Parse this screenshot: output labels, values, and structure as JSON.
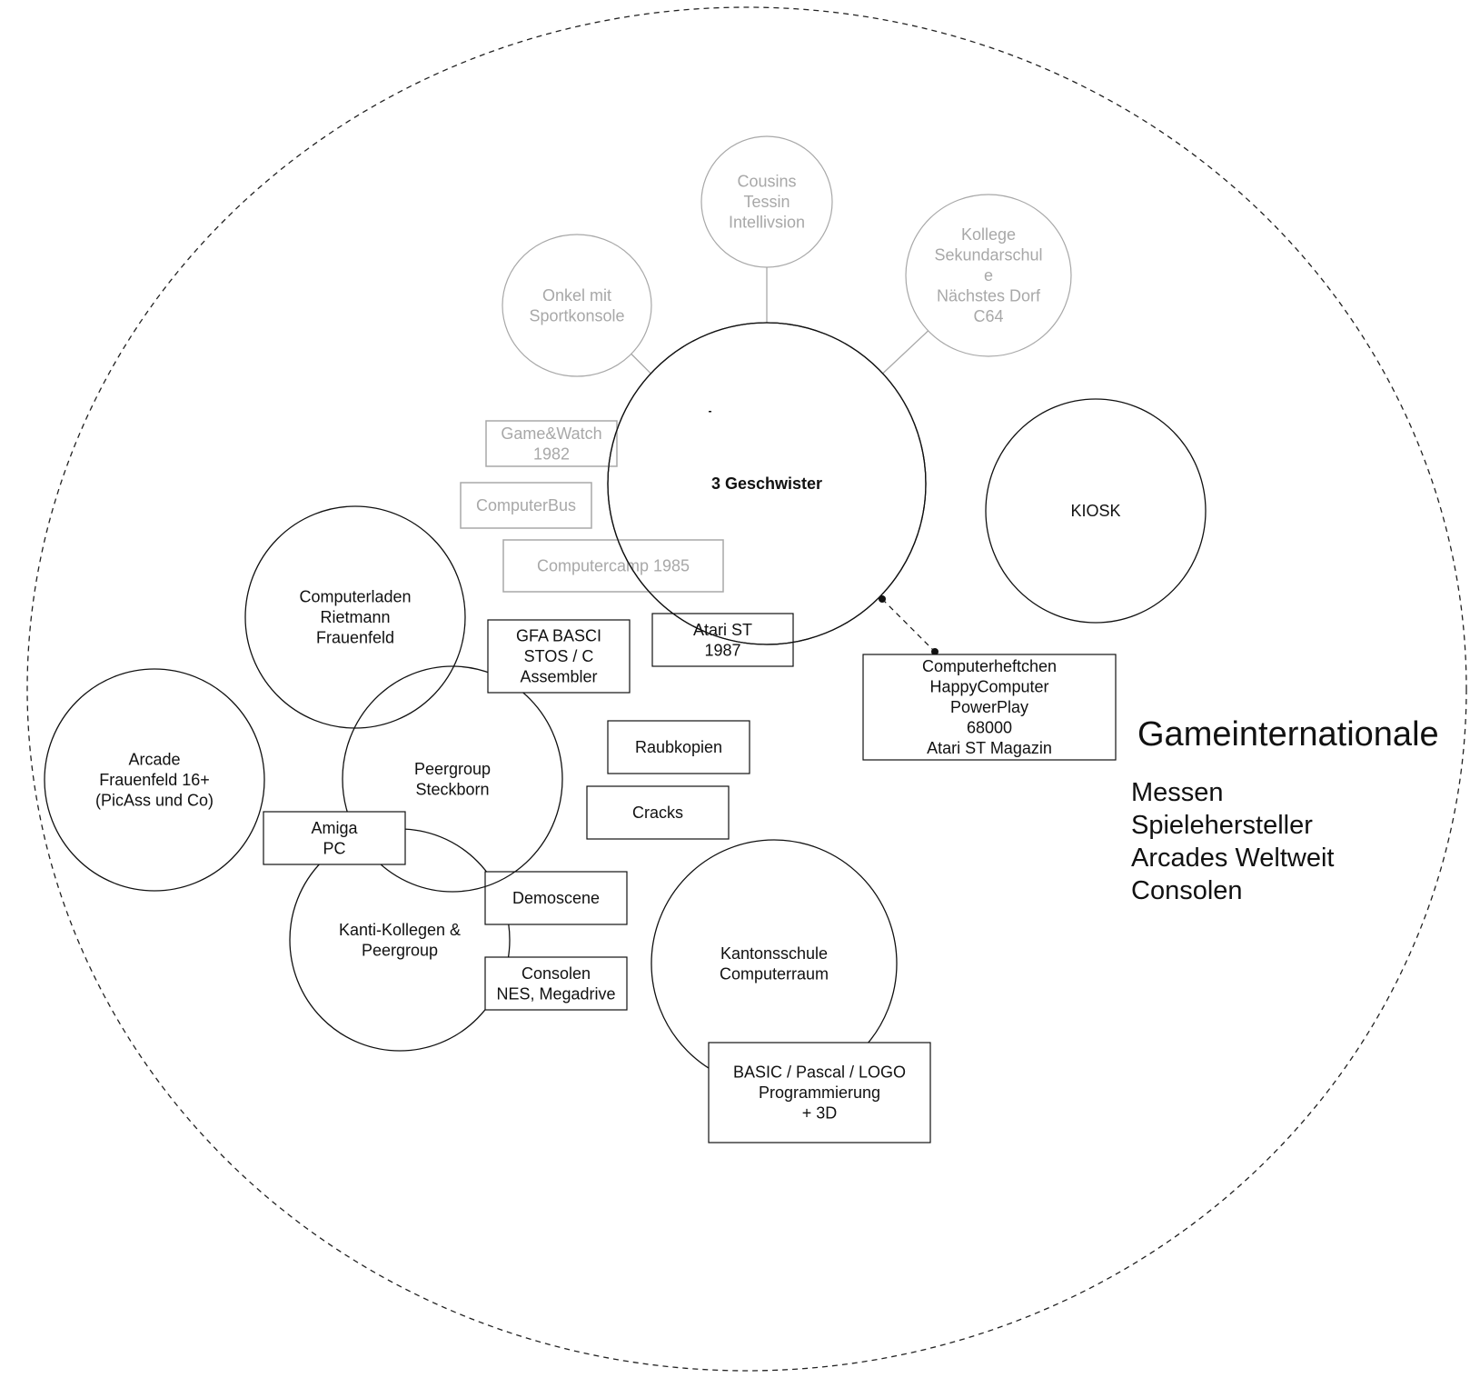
{
  "colors": {
    "stroke_dark": "#111111",
    "stroke_faded": "#a8a8a8",
    "text_faded": "#a8a8a8",
    "background": "#ffffff"
  },
  "diagram": {
    "boundary": {
      "style": "dashed"
    },
    "circles": [
      {
        "id": "onkel",
        "lines": [
          "Onkel mit",
          "Sportkonsole"
        ],
        "style": "faded"
      },
      {
        "id": "cousins",
        "lines": [
          "Cousins",
          "Tessin",
          "Intellivsion"
        ],
        "style": "faded"
      },
      {
        "id": "kollege",
        "lines": [
          "Kollege",
          "Sekundarschul",
          "e",
          "Nächstes Dorf",
          "C64"
        ],
        "style": "faded"
      },
      {
        "id": "geschwister",
        "lines": [
          "3 Geschwister"
        ],
        "style": "dark-bold"
      },
      {
        "id": "kiosk",
        "lines": [
          "KIOSK"
        ],
        "style": "dark"
      },
      {
        "id": "computerladen",
        "lines": [
          "Computerladen",
          "Rietmann",
          "Frauenfeld"
        ],
        "style": "dark"
      },
      {
        "id": "arcade",
        "lines": [
          "Arcade",
          "Frauenfeld 16+",
          "(PicAss und Co)"
        ],
        "style": "dark"
      },
      {
        "id": "peergroup-steckborn",
        "lines": [
          "Peergroup",
          "Steckborn"
        ],
        "style": "dark"
      },
      {
        "id": "kanti-kollegen",
        "lines": [
          "Kanti-Kollegen &",
          "Peergroup"
        ],
        "style": "dark"
      },
      {
        "id": "kantonsschule",
        "lines": [
          "Kantonsschule",
          "Computerraum"
        ],
        "style": "dark"
      }
    ],
    "boxes": [
      {
        "id": "gamewatch",
        "lines": [
          "Game&Watch",
          "1982"
        ],
        "style": "faded"
      },
      {
        "id": "computerbus",
        "lines": [
          "ComputerBus"
        ],
        "style": "faded"
      },
      {
        "id": "computercamp",
        "lines": [
          "Computercamp 1985"
        ],
        "style": "faded"
      },
      {
        "id": "gfa",
        "lines": [
          "GFA BASCI",
          "STOS  / C",
          "Assembler"
        ],
        "style": "dark"
      },
      {
        "id": "atari",
        "lines": [
          "Atari ST",
          "1987"
        ],
        "style": "dark"
      },
      {
        "id": "heftchen",
        "lines": [
          "Computerheftchen",
          "HappyComputer",
          "PowerPlay",
          "68000",
          "Atari ST Magazin"
        ],
        "style": "dark"
      },
      {
        "id": "raubkopien",
        "lines": [
          "Raubkopien"
        ],
        "style": "dark"
      },
      {
        "id": "cracks",
        "lines": [
          "Cracks"
        ],
        "style": "dark"
      },
      {
        "id": "amiga",
        "lines": [
          "Amiga",
          "PC"
        ],
        "style": "dark"
      },
      {
        "id": "demoscene",
        "lines": [
          "Demoscene"
        ],
        "style": "dark"
      },
      {
        "id": "consolen",
        "lines": [
          "Consolen",
          "NES, Megadrive"
        ],
        "style": "dark"
      },
      {
        "id": "basic",
        "lines": [
          "BASIC / Pascal / LOGO",
          "Programmierung",
          "+ 3D"
        ],
        "style": "dark"
      }
    ],
    "connections": [
      {
        "from": "onkel",
        "to": "geschwister",
        "style": "faded-solid"
      },
      {
        "from": "cousins",
        "to": "geschwister",
        "style": "faded-solid"
      },
      {
        "from": "kollege",
        "to": "geschwister",
        "style": "faded-solid"
      },
      {
        "from": "geschwister",
        "to": "heftchen",
        "style": "dashed-dots"
      }
    ],
    "outer_label": {
      "title": "Gameinternationale",
      "items": [
        "Messen",
        "Spielehersteller",
        "Arcades Weltweit",
        "Consolen"
      ]
    }
  }
}
